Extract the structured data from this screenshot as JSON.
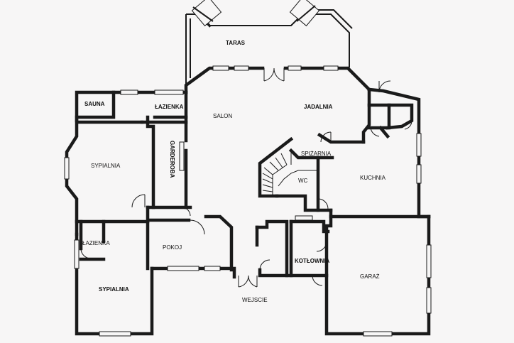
{
  "rooms": {
    "taras": "TARAS",
    "sauna": "SAUNA",
    "lazienka_upper": "ŁAZIENKA",
    "salon": "SALON",
    "jadalnia": "JADALNIA",
    "garderoba": "GARDEROBA",
    "sypialnia_upper": "SYPIALNIA",
    "spizarnia": "SPIŻARNIA",
    "wc": "WC",
    "kuchnia": "KUCHNIA",
    "lazienka_lower": "ŁAZIENKA",
    "pokoj": "POKOJ",
    "kotlownia": "KOTŁOWNIA",
    "garaz": "GARAŻ",
    "sypialnia_lower": "SYPIALNIA",
    "wejscie": "WEJSCIE"
  }
}
